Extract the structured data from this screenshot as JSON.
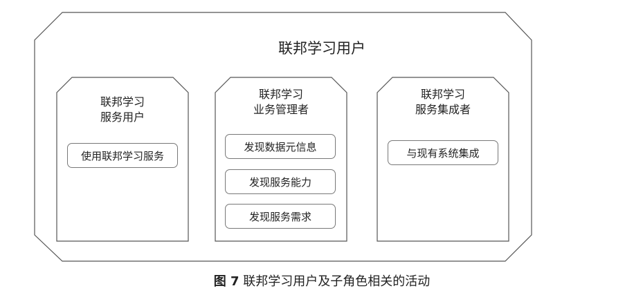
{
  "outer": {
    "title": "联邦学习用户"
  },
  "roles": [
    {
      "title_lines": [
        "联邦学习",
        "服务用户"
      ],
      "activities": [
        "使用联邦学习服务"
      ]
    },
    {
      "title_lines": [
        "联邦学习",
        "业务管理者"
      ],
      "activities": [
        "发现数据元信息",
        "发现服务能力",
        "发现服务需求"
      ]
    },
    {
      "title_lines": [
        "联邦学习",
        "服务集成者"
      ],
      "activities": [
        "与现有系统集成"
      ]
    }
  ],
  "caption": {
    "figure": "图 7",
    "text": "联邦学习用户及子角色相关的活动"
  }
}
